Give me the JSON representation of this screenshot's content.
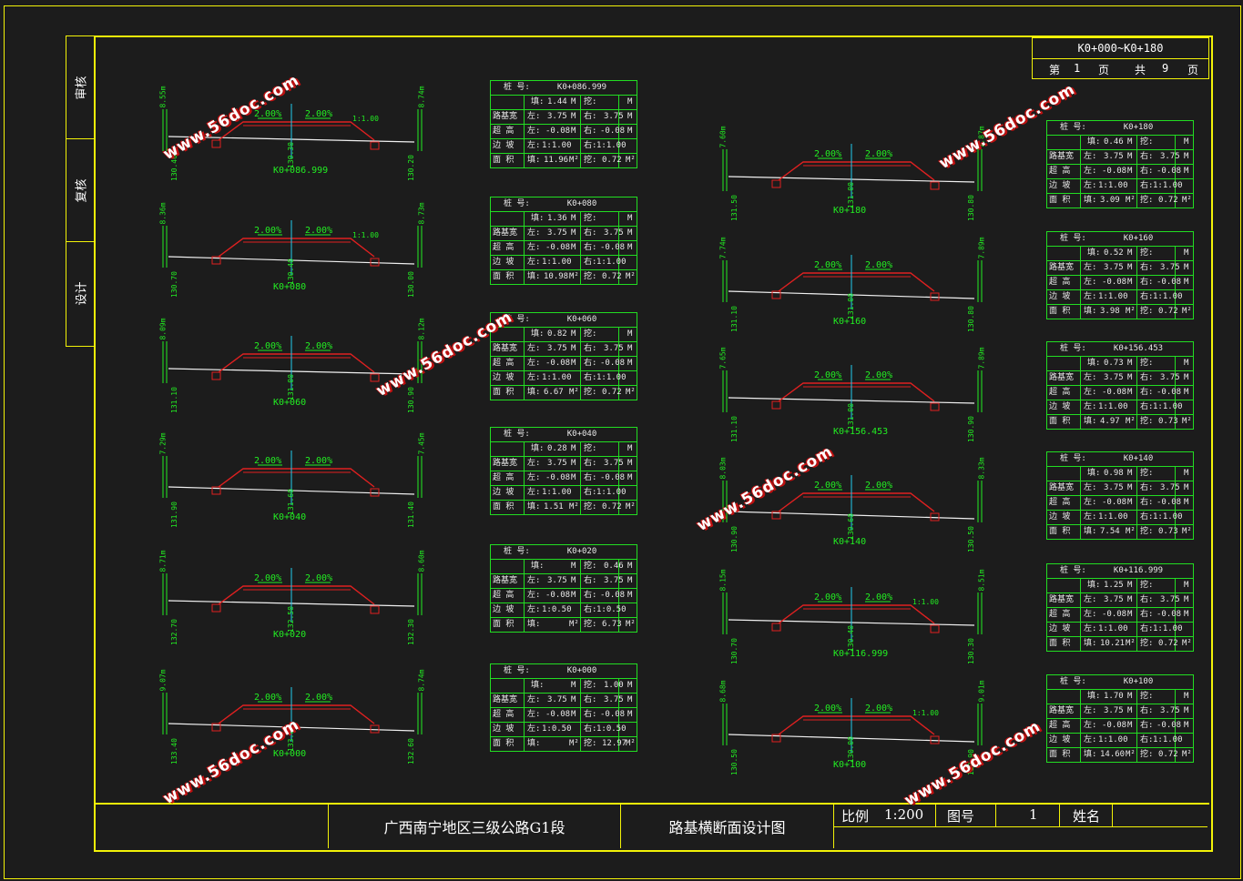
{
  "header": {
    "range": "K0+000~K0+180",
    "page_label_a": "第",
    "page_no": "1",
    "page_unit_a": "页",
    "total_label": "共",
    "total_no": "9",
    "page_unit_b": "页"
  },
  "sidebar": [
    "审核",
    "复核",
    "设计"
  ],
  "title_block": {
    "project": "广西南宁地区三级公路G1段",
    "drawing": "路基横断面设计图",
    "scale_label": "比例",
    "scale_value": "1:200",
    "drawing_no_label": "图号",
    "drawing_no": "1",
    "name_label": "姓名"
  },
  "watermark": "www.56doc.com",
  "sections_left": [
    {
      "station": "K0+086.999",
      "fill": "1.44",
      "fill_r": "",
      "w_l": "3.75",
      "w_r": "3.75",
      "sh_l": "-0.08",
      "sh_r": "-0.08",
      "sl_l": "1:1.00",
      "sl_r": "1:1.00",
      "ar_l": "11.96",
      "ar_r": "0.72",
      "top_l": "8.55m",
      "top_r": "8.74m",
      "elev_a": "130.40",
      "elev_b": "130.30",
      "elev_c": "130.20",
      "slope_label": "1:1.00"
    },
    {
      "station": "K0+080",
      "fill": "1.36",
      "fill_r": "",
      "w_l": "3.75",
      "w_r": "3.75",
      "sh_l": "-0.08",
      "sh_r": "-0.08",
      "sl_l": "1:1.00",
      "sl_r": "1:1.00",
      "ar_l": "10.98",
      "ar_r": "0.72",
      "top_l": "8.36m",
      "top_r": "8.73m",
      "elev_a": "130.70",
      "elev_b": "130.40",
      "elev_c": "130.00",
      "slope_label": "1:1.00"
    },
    {
      "station": "K0+060",
      "fill": "0.82",
      "fill_r": "",
      "w_l": "3.75",
      "w_r": "3.75",
      "sh_l": "-0.08",
      "sh_r": "-0.08",
      "sl_l": "1:1.00",
      "sl_r": "1:1.00",
      "ar_l": "6.67",
      "ar_r": "0.72",
      "top_l": "8.09m",
      "top_r": "8.12m",
      "elev_a": "131.10",
      "elev_b": "131.00",
      "elev_c": "130.90",
      "slope_label": ""
    },
    {
      "station": "K0+040",
      "fill": "0.28",
      "fill_r": "",
      "w_l": "3.75",
      "w_r": "3.75",
      "sh_l": "-0.08",
      "sh_r": "-0.08",
      "sl_l": "1:1.00",
      "sl_r": "1:1.00",
      "ar_l": "1.51",
      "ar_r": "0.72",
      "top_l": "7.29m",
      "top_r": "7.45m",
      "elev_a": "131.90",
      "elev_b": "131.60",
      "elev_c": "131.40",
      "slope_label": ""
    },
    {
      "station": "K0+020",
      "fill": "",
      "fill_r": "0.46",
      "w_l": "3.75",
      "w_r": "3.75",
      "sh_l": "-0.08",
      "sh_r": "-0.08",
      "sl_l": "1:0.50",
      "sl_r": "1:0.50",
      "ar_l": "",
      "ar_r": "6.73",
      "top_l": "8.71m",
      "top_r": "8.60m",
      "elev_a": "132.70",
      "elev_b": "132.50",
      "elev_c": "132.30",
      "slope_label": ""
    },
    {
      "station": "K0+000",
      "fill": "",
      "fill_r": "1.00",
      "w_l": "3.75",
      "w_r": "3.75",
      "sh_l": "-0.08",
      "sh_r": "-0.08",
      "sl_l": "1:0.50",
      "sl_r": "1:0.50",
      "ar_l": "",
      "ar_r": "12.97",
      "top_l": "9.07m",
      "top_r": "8.74m",
      "elev_a": "133.40",
      "elev_b": "133.00",
      "elev_c": "132.60",
      "slope_label": ""
    }
  ],
  "sections_right": [
    {
      "station": "K0+180",
      "fill": "0.46",
      "fill_r": "",
      "w_l": "3.75",
      "w_r": "3.75",
      "sh_l": "-0.08",
      "sh_r": "-0.08",
      "sl_l": "1:1.00",
      "sl_r": "1:1.00",
      "ar_l": "3.09",
      "ar_r": "0.72",
      "top_l": "7.60m",
      "top_r": "7.87m",
      "elev_a": "131.50",
      "elev_b": "131.00",
      "elev_c": "130.80",
      "slope_label": ""
    },
    {
      "station": "K0+160",
      "fill": "0.52",
      "fill_r": "",
      "w_l": "3.75",
      "w_r": "3.75",
      "sh_l": "-0.08",
      "sh_r": "-0.08",
      "sl_l": "1:1.00",
      "sl_r": "1:1.00",
      "ar_l": "3.98",
      "ar_r": "0.72",
      "top_l": "7.74m",
      "top_r": "7.89m",
      "elev_a": "131.10",
      "elev_b": "131.00",
      "elev_c": "130.80",
      "slope_label": ""
    },
    {
      "station": "K0+156.453",
      "fill": "0.73",
      "fill_r": "",
      "w_l": "3.75",
      "w_r": "3.75",
      "sh_l": "-0.08",
      "sh_r": "-0.08",
      "sl_l": "1:1.00",
      "sl_r": "1:1.00",
      "ar_l": "4.97",
      "ar_r": "0.73",
      "top_l": "7.65m",
      "top_r": "7.89m",
      "elev_a": "131.10",
      "elev_b": "131.00",
      "elev_c": "130.90",
      "slope_label": ""
    },
    {
      "station": "K0+140",
      "fill": "0.98",
      "fill_r": "",
      "w_l": "3.75",
      "w_r": "3.75",
      "sh_l": "-0.08",
      "sh_r": "-0.08",
      "sl_l": "1:1.00",
      "sl_r": "1:1.00",
      "ar_l": "7.54",
      "ar_r": "0.73",
      "top_l": "8.03m",
      "top_r": "8.33m",
      "elev_a": "130.90",
      "elev_b": "130.60",
      "elev_c": "130.50",
      "slope_label": ""
    },
    {
      "station": "K0+116.999",
      "fill": "1.25",
      "fill_r": "",
      "w_l": "3.75",
      "w_r": "3.75",
      "sh_l": "-0.08",
      "sh_r": "-0.08",
      "sl_l": "1:1.00",
      "sl_r": "1:1.00",
      "ar_l": "10.21",
      "ar_r": "0.72",
      "top_l": "8.15m",
      "top_r": "8.51m",
      "elev_a": "130.70",
      "elev_b": "130.40",
      "elev_c": "130.30",
      "slope_label": "1:1.00"
    },
    {
      "station": "K0+100",
      "fill": "1.70",
      "fill_r": "",
      "w_l": "3.75",
      "w_r": "3.75",
      "sh_l": "-0.08",
      "sh_r": "-0.08",
      "sl_l": "1:1.00",
      "sl_r": "1:1.00",
      "ar_l": "14.60",
      "ar_r": "0.72",
      "top_l": "8.68m",
      "top_r": "9.01m",
      "elev_a": "130.50",
      "elev_b": "130.00",
      "elev_c": "129.90",
      "slope_label": "1:1.00"
    }
  ],
  "table_labels": {
    "station": "桩 号:",
    "fill": "填:",
    "cut": "挖:",
    "width": "路基宽",
    "super": "超 高",
    "slope": "边 坡",
    "area": "面 积",
    "left": "左:",
    "right": "右:",
    "m": "M",
    "m2": "M²",
    "crossfall": "2.00%"
  }
}
